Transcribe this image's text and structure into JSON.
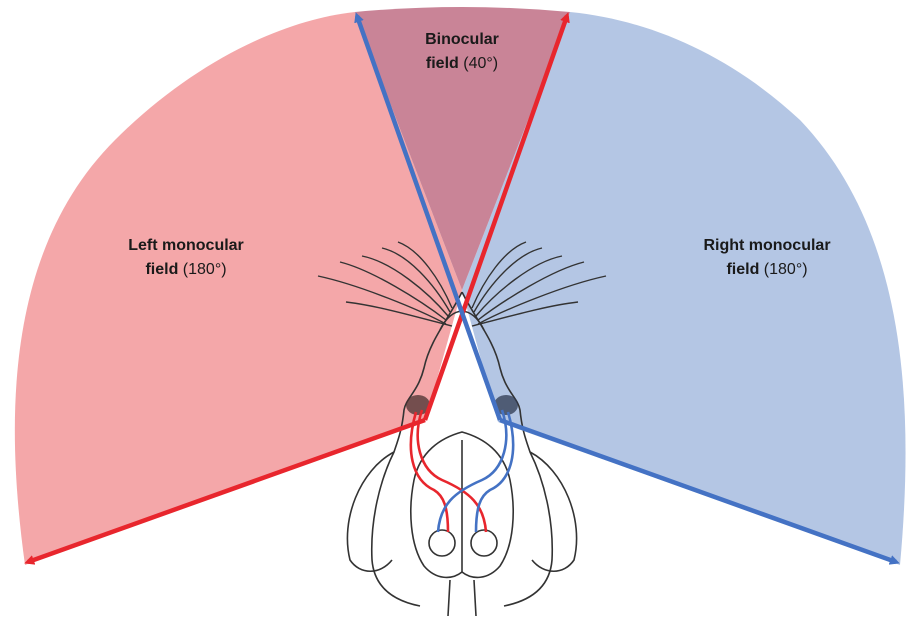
{
  "labels": {
    "binocular": {
      "bold1": "Binocular",
      "bold2": "field",
      "rest": " (40°)"
    },
    "left": {
      "bold1": "Left monocular",
      "bold2": "field",
      "rest": " (180°)"
    },
    "right": {
      "bold1": "Right monocular",
      "bold2": "field",
      "rest": " (180°)"
    }
  },
  "colors": {
    "left_field": "#f4a7a9",
    "right_field": "#b4c6e4",
    "binocular_field": "#c98497",
    "red_line": "#e8262d",
    "blue_line": "#4472c4",
    "outline": "#333333"
  },
  "icons": [
    "mouse-head-outline",
    "whiskers",
    "optic-chiasm"
  ]
}
